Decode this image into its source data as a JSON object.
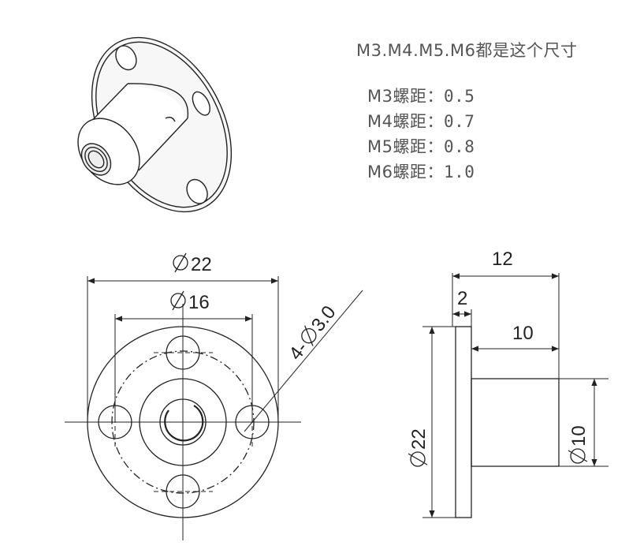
{
  "title": "M3.M4.M5.M6都是这个尺寸",
  "pitches": [
    {
      "label": "M3螺距：",
      "value": "0.5"
    },
    {
      "label": "M4螺距：",
      "value": "0.7"
    },
    {
      "label": "M5螺距：",
      "value": "0.8"
    },
    {
      "label": "M6螺距：",
      "value": "1.0"
    }
  ],
  "front_view": {
    "outer_diameter": "22",
    "bolt_circle_diameter": "16",
    "holes": "4-",
    "hole_diameter": "3.0"
  },
  "side_view": {
    "total_length": "12",
    "flange_thickness": "2",
    "body_length": "10",
    "flange_diameter": "22",
    "body_diameter": "10"
  },
  "colors": {
    "line": "#222222",
    "text": "#555555"
  },
  "icons": {
    "diameter_symbol": "diameter-symbol-icon",
    "render": "trapezoidal-nut-3d-icon"
  }
}
